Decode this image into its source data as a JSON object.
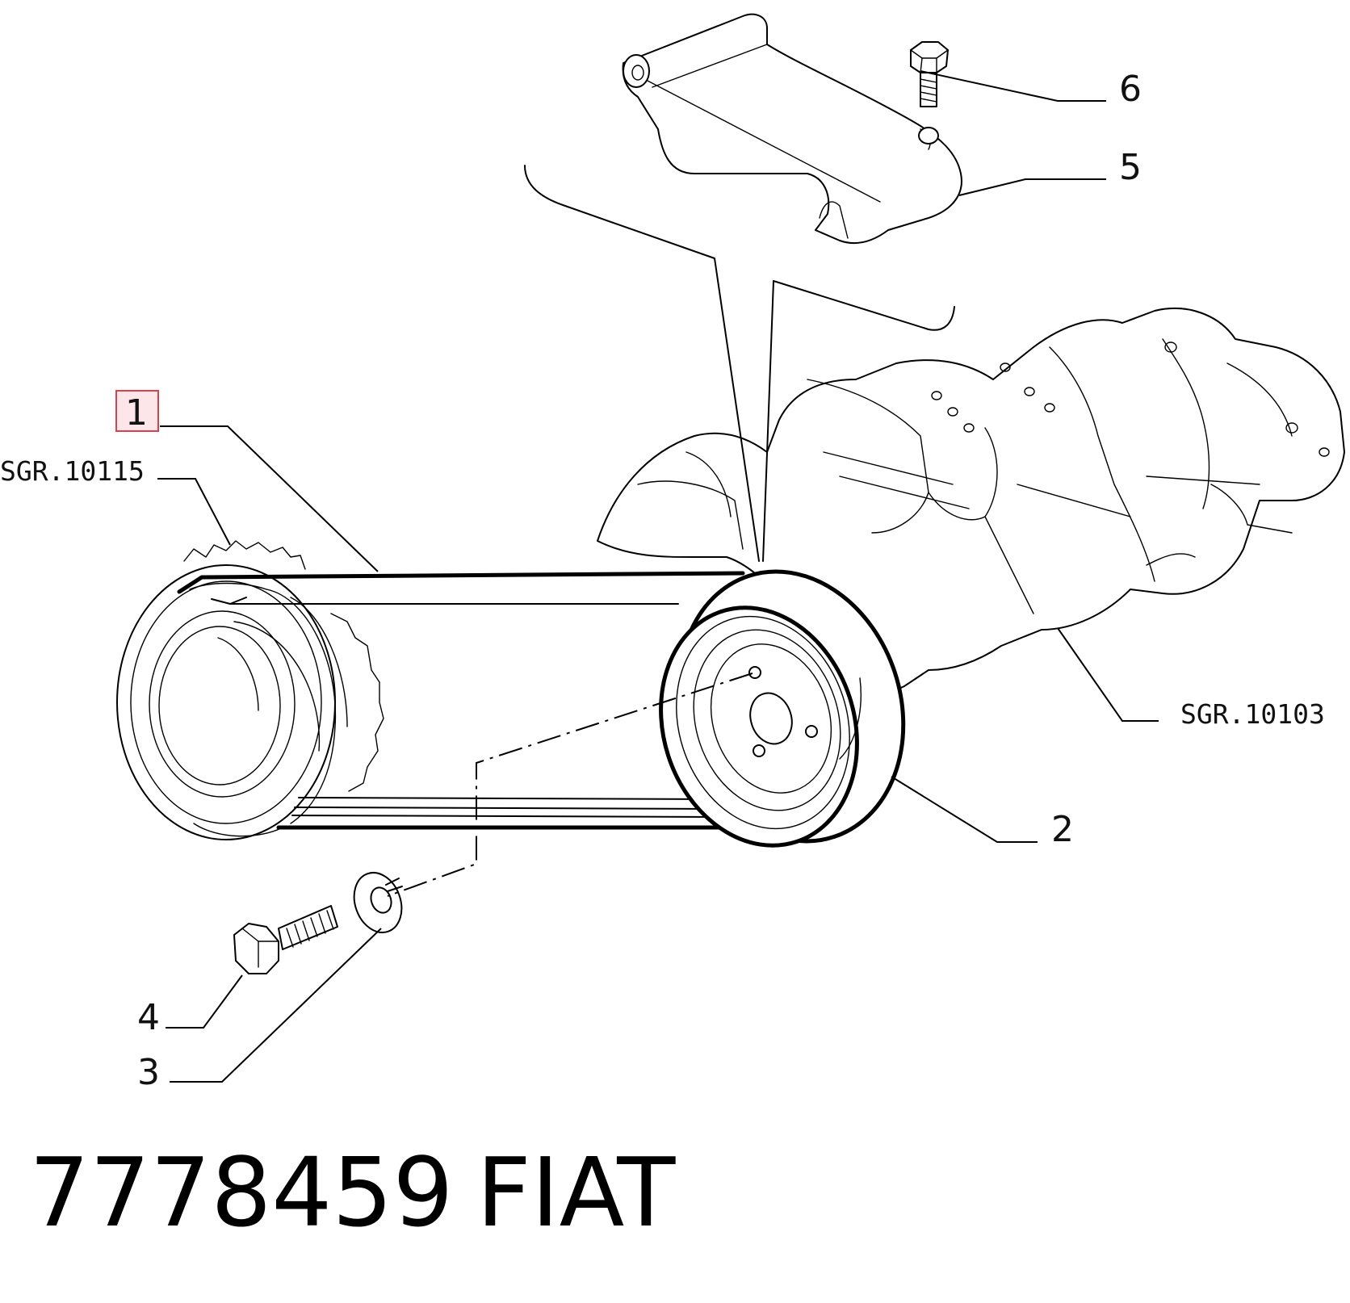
{
  "callouts": {
    "c1": "1",
    "c2": "2",
    "c3": "3",
    "c4": "4",
    "c5": "5",
    "c6": "6"
  },
  "references": {
    "left": "SGR.10115",
    "right": "SGR.10103"
  },
  "footer": {
    "part_number": "7778459",
    "brand": "FIAT"
  },
  "highlighted_callout": "1",
  "colors": {
    "highlight_fill": "#fde6ea",
    "highlight_stroke": "#d9414f",
    "ink": "#000000"
  }
}
